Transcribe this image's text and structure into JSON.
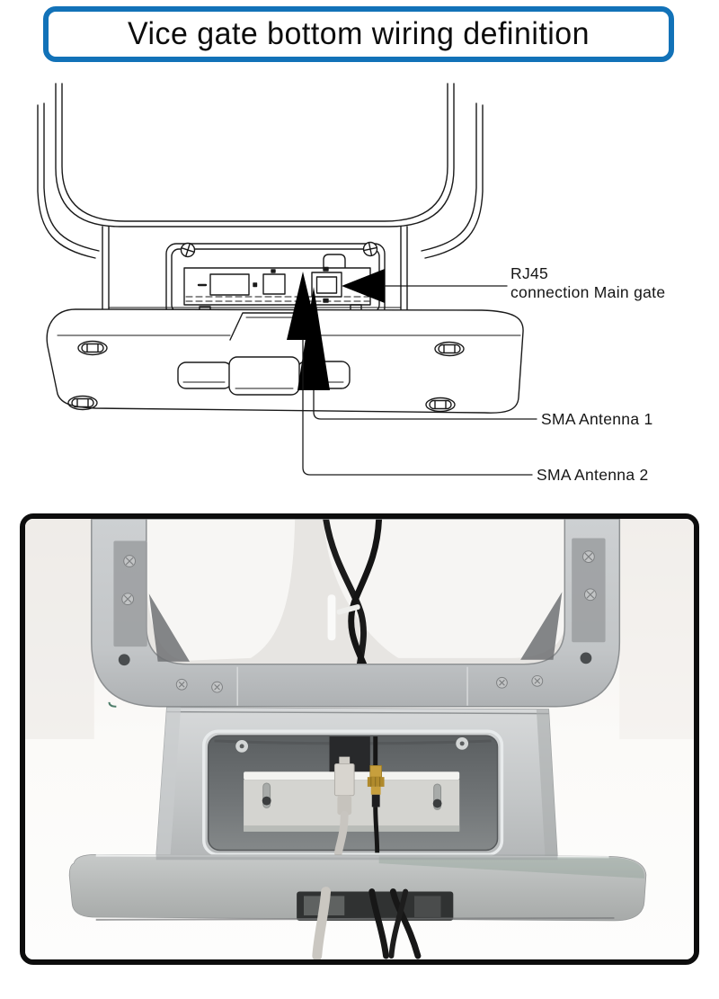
{
  "page": {
    "title": "Vice gate bottom wiring definition"
  },
  "diagram": {
    "labels": {
      "rj45_line1": "RJ45",
      "rj45_line2": "connection Main gate",
      "sma_antenna_1": "SMA Antenna 1",
      "sma_antenna_2": "SMA Antenna 2"
    }
  },
  "colors": {
    "title_border": "#1272b8",
    "diagram_line": "#1a1a1a",
    "photo_border": "#0d0d0d"
  }
}
